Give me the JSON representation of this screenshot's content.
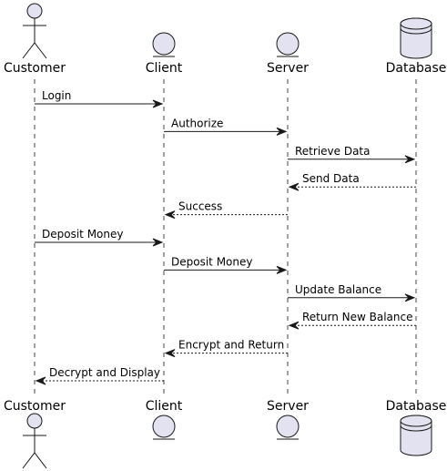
{
  "participants": [
    {
      "id": "customer",
      "label": "Customer",
      "kind": "actor"
    },
    {
      "id": "client",
      "label": "Client",
      "kind": "entity"
    },
    {
      "id": "server",
      "label": "Server",
      "kind": "entity"
    },
    {
      "id": "database",
      "label": "Database",
      "kind": "database"
    }
  ],
  "messages": [
    {
      "from": "customer",
      "to": "client",
      "label": "Login",
      "style": "solid"
    },
    {
      "from": "client",
      "to": "server",
      "label": "Authorize",
      "style": "solid"
    },
    {
      "from": "server",
      "to": "database",
      "label": "Retrieve Data",
      "style": "solid"
    },
    {
      "from": "database",
      "to": "server",
      "label": "Send Data",
      "style": "dashed"
    },
    {
      "from": "server",
      "to": "client",
      "label": "Success",
      "style": "dashed"
    },
    {
      "from": "customer",
      "to": "client",
      "label": "Deposit Money",
      "style": "solid"
    },
    {
      "from": "client",
      "to": "server",
      "label": "Deposit Money",
      "style": "solid"
    },
    {
      "from": "server",
      "to": "database",
      "label": "Update Balance",
      "style": "solid"
    },
    {
      "from": "database",
      "to": "server",
      "label": "Return New Balance",
      "style": "dashed"
    },
    {
      "from": "server",
      "to": "client",
      "label": "Encrypt and Return",
      "style": "dashed"
    },
    {
      "from": "client",
      "to": "customer",
      "label": "Decrypt and Display",
      "style": "dashed"
    }
  ],
  "colors": {
    "participant_fill": "#E2E2F0",
    "stroke": "#181818",
    "background": "#FFFFFF"
  }
}
